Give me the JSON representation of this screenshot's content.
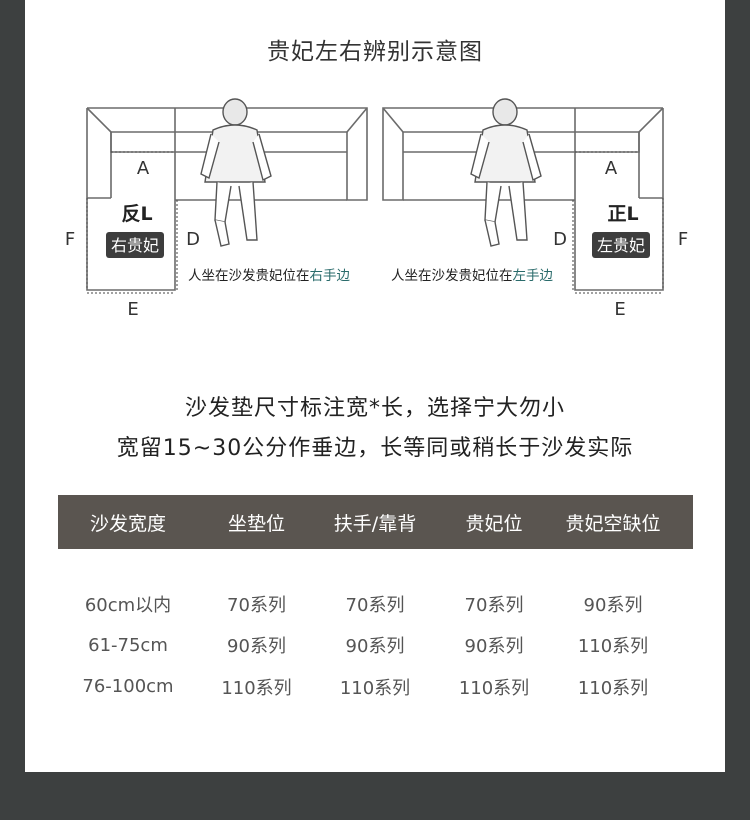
{
  "title": "贵妃左右辨别示意图",
  "diagram": {
    "left": {
      "shape": "反L",
      "tag": "右贵妃",
      "caption_prefix": "人坐在沙发贵妃位在",
      "caption_highlight": "右手边",
      "label_a": "A",
      "label_d": "D",
      "label_e": "E",
      "label_f": "F"
    },
    "right": {
      "shape": "正L",
      "tag": "左贵妃",
      "caption_prefix": "人坐在沙发贵妃位在",
      "caption_highlight": "左手边",
      "label_a": "A",
      "label_d": "D",
      "label_e": "E",
      "label_f": "F"
    },
    "colors": {
      "line": "#6b6b6b",
      "tag_bg": "#3d3d3d",
      "highlight": "#2a6b6b"
    }
  },
  "notes": {
    "line1": "沙发垫尺寸标注宽*长，选择宁大勿小",
    "line2": "宽留15~30公分作垂边，长等同或稍长于沙发实际"
  },
  "table": {
    "header_bg": "#5a5550",
    "headers": [
      "沙发宽度",
      "坐垫位",
      "扶手/靠背",
      "贵妃位",
      "贵妃空缺位"
    ],
    "rows": [
      [
        "60cm以内",
        "70系列",
        "70系列",
        "70系列",
        "90系列"
      ],
      [
        "61-75cm",
        "90系列",
        "90系列",
        "90系列",
        "110系列"
      ],
      [
        "76-100cm",
        "110系列",
        "110系列",
        "110系列",
        "110系列"
      ]
    ]
  }
}
